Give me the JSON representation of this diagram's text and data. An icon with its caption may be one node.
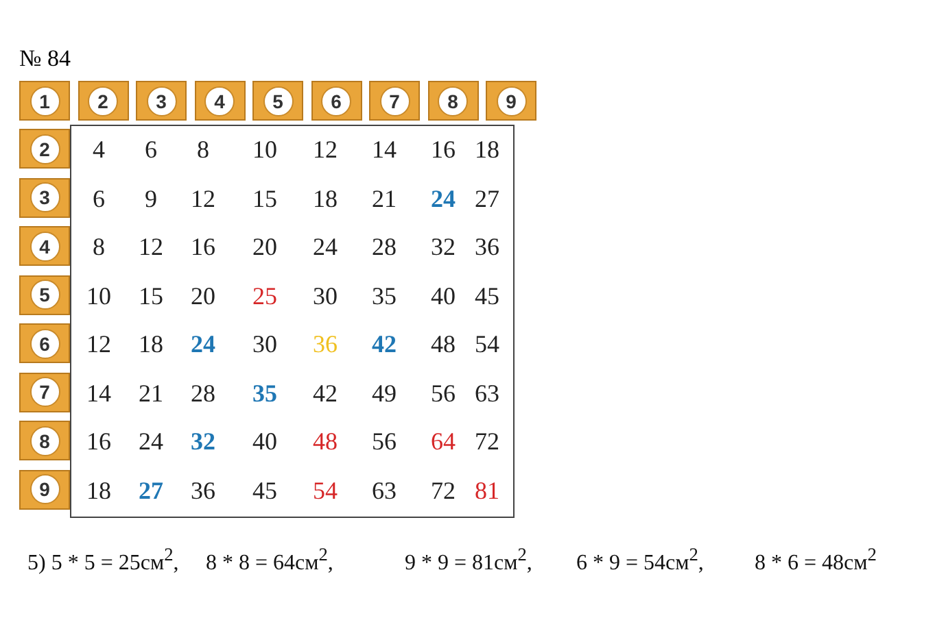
{
  "diagram": {
    "labels": [
      "№ 84",
      "1",
      "2",
      "3",
      "4",
      "5",
      "6",
      "7",
      "8",
      "9",
      "2",
      "4",
      "6",
      "8",
      "10",
      "12",
      "14",
      "16",
      "18",
      "3",
      "6",
      "9",
      "12",
      "15",
      "18",
      "21",
      "24",
      "27",
      "4",
      "8",
      "12",
      "16",
      "20",
      "24",
      "28",
      "32",
      "36",
      "5",
      "10",
      "15",
      "20",
      "25",
      "30",
      "35",
      "40",
      "45",
      "6",
      "12",
      "18",
      "24",
      "30",
      "36",
      "42",
      "48",
      "54",
      "7",
      "14",
      "21",
      "28",
      "35",
      "42",
      "49",
      "56",
      "63",
      "8",
      "16",
      "24",
      "32",
      "40",
      "48",
      "56",
      "64",
      "72",
      "9",
      "18",
      "27",
      "36",
      "45",
      "54",
      "63",
      "72",
      "81",
      "5) 5 * 5 = 25см$^{2}$,",
      "8 * 8 = 64см$^{2}$,",
      "9 * 9 = 81см$^{2}$,",
      "6 * 9 = 54см$^{2}$,",
      "8 * 6 = 48см$^{2}$"
    ]
  }
}
